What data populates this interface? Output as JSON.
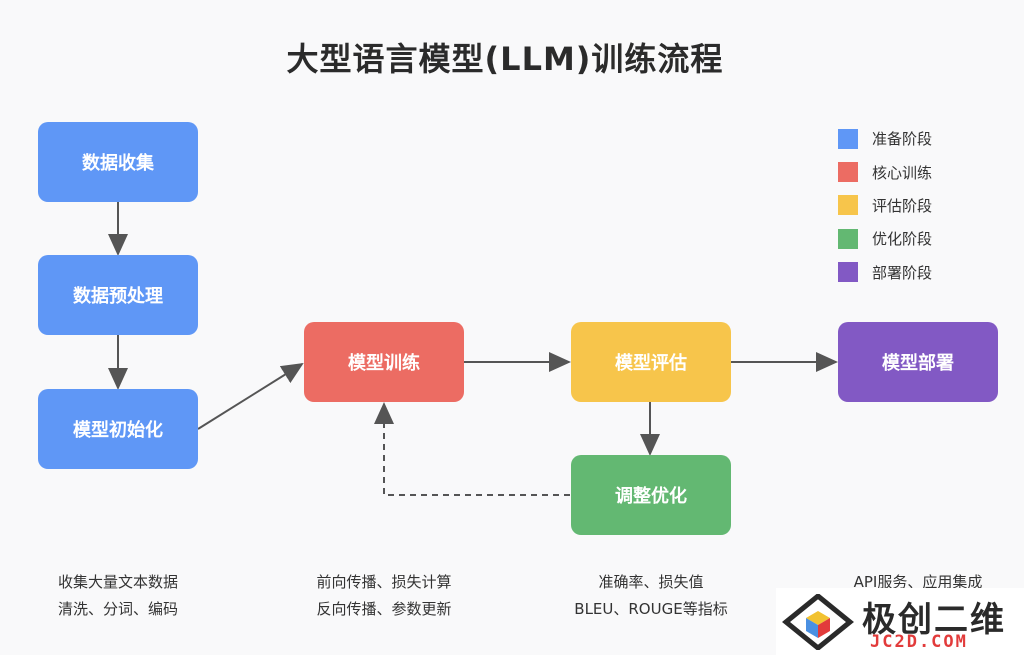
{
  "title": "大型语言模型(LLM)训练流程",
  "nodes": {
    "data_collection": "数据收集",
    "preprocessing": "数据预处理",
    "initialization": "模型初始化",
    "training": "模型训练",
    "evaluation": "模型评估",
    "tuning": "调整优化",
    "deployment": "模型部署"
  },
  "legend": [
    {
      "label": "准备阶段",
      "color": "#5f97f6"
    },
    {
      "label": "核心训练",
      "color": "#ec6c63"
    },
    {
      "label": "评估阶段",
      "color": "#f7c54b"
    },
    {
      "label": "优化阶段",
      "color": "#63b872"
    },
    {
      "label": "部署阶段",
      "color": "#8259c4"
    }
  ],
  "descriptions": {
    "prep": [
      "收集大量文本数据",
      "清洗、分词、编码"
    ],
    "training": [
      "前向传播、损失计算",
      "反向传播、参数更新"
    ],
    "evaluation": [
      "准确率、损失值",
      "BLEU、ROUGE等指标"
    ],
    "deployment": [
      "API服务、应用集成"
    ]
  },
  "watermark": {
    "text": "极创二维",
    "domain": "JC2D.COM"
  }
}
